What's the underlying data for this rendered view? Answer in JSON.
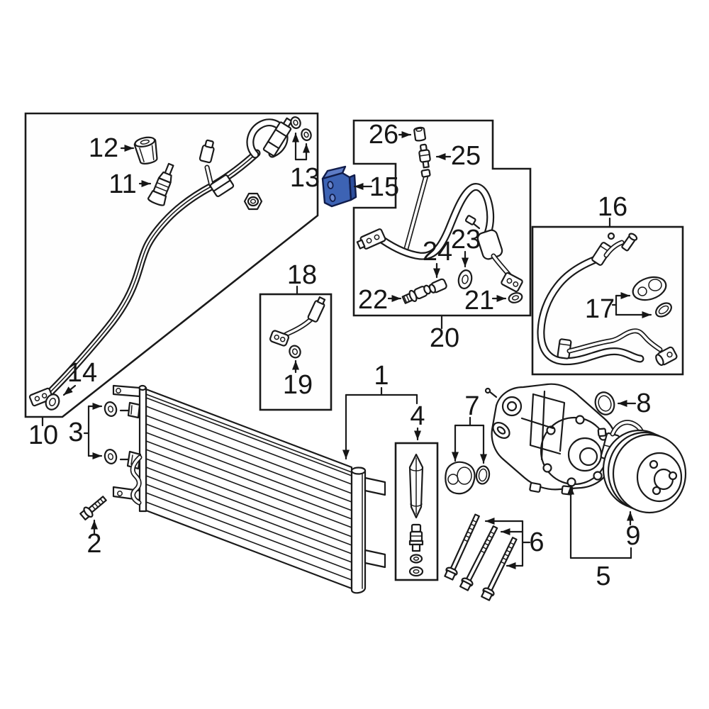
{
  "diagram": {
    "type": "exploded-parts-diagram",
    "background": "#ffffff",
    "line_color": "#1a1a1a",
    "highlight_color": "#3d63b4",
    "highlighted_callout": "15",
    "callouts": [
      {
        "label": "1",
        "part": "condenser"
      },
      {
        "label": "2",
        "part": "mount-bolt"
      },
      {
        "label": "3",
        "part": "mount-grommets"
      },
      {
        "label": "4",
        "part": "drier-kit"
      },
      {
        "label": "5",
        "part": "compressor"
      },
      {
        "label": "6",
        "part": "compressor-bolts"
      },
      {
        "label": "7",
        "part": "port-gaskets"
      },
      {
        "label": "8",
        "part": "shaft-seal"
      },
      {
        "label": "9",
        "part": "clutch-pulley"
      },
      {
        "label": "10",
        "part": "liquid-line"
      },
      {
        "label": "11",
        "part": "charge-valve"
      },
      {
        "label": "12",
        "part": "valve-cap"
      },
      {
        "label": "13",
        "part": "line-o-rings"
      },
      {
        "label": "14",
        "part": "line-o-ring"
      },
      {
        "label": "15",
        "part": "expansion-valve-highlighted"
      },
      {
        "label": "16",
        "part": "suction-hose"
      },
      {
        "label": "17",
        "part": "hose-gasket-and-o-ring"
      },
      {
        "label": "18",
        "part": "ac-tube"
      },
      {
        "label": "19",
        "part": "tube-o-ring"
      },
      {
        "label": "20",
        "part": "discharge-hose"
      },
      {
        "label": "21",
        "part": "hose-o-ring"
      },
      {
        "label": "22",
        "part": "pressure-switch"
      },
      {
        "label": "23",
        "part": "sealing-washer"
      },
      {
        "label": "24",
        "part": "hose-fitting"
      },
      {
        "label": "25",
        "part": "valve-core"
      },
      {
        "label": "26",
        "part": "service-cap"
      }
    ]
  }
}
